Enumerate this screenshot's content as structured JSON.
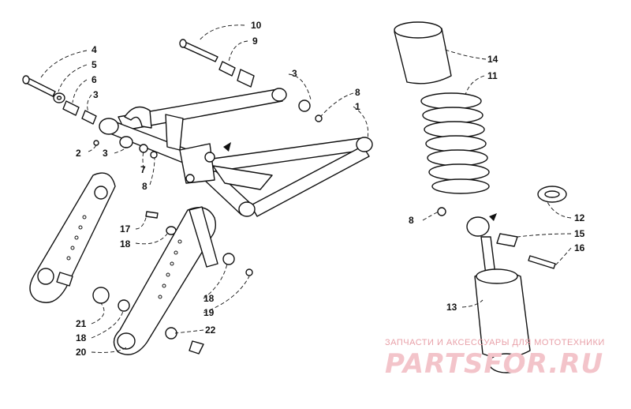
{
  "callouts": [
    {
      "id": "c10",
      "text": "10"
    },
    {
      "id": "c9",
      "text": "9"
    },
    {
      "id": "c4",
      "text": "4"
    },
    {
      "id": "c5",
      "text": "5"
    },
    {
      "id": "c6",
      "text": "6"
    },
    {
      "id": "c3a",
      "text": "3"
    },
    {
      "id": "c3b",
      "text": "3"
    },
    {
      "id": "c3c",
      "text": "3"
    },
    {
      "id": "c8a",
      "text": "8"
    },
    {
      "id": "c1",
      "text": "1"
    },
    {
      "id": "c2",
      "text": "2"
    },
    {
      "id": "c7",
      "text": "7"
    },
    {
      "id": "c8b",
      "text": "8"
    },
    {
      "id": "c17",
      "text": "17"
    },
    {
      "id": "c18a",
      "text": "18"
    },
    {
      "id": "c18b",
      "text": "18"
    },
    {
      "id": "c19",
      "text": "19"
    },
    {
      "id": "c21",
      "text": "21"
    },
    {
      "id": "c18c",
      "text": "18"
    },
    {
      "id": "c22",
      "text": "22"
    },
    {
      "id": "c20",
      "text": "20"
    },
    {
      "id": "c14",
      "text": "14"
    },
    {
      "id": "c11",
      "text": "11"
    },
    {
      "id": "c8c",
      "text": "8"
    },
    {
      "id": "c12",
      "text": "12"
    },
    {
      "id": "c15",
      "text": "15"
    },
    {
      "id": "c16",
      "text": "16"
    },
    {
      "id": "c13",
      "text": "13"
    }
  ],
  "watermark": {
    "tagline": "ЗАПЧАСТИ И АКСЕССУАРЫ ДЛЯ МОТОТЕХНИКИ",
    "brand": "PARTSFOR.RU"
  }
}
